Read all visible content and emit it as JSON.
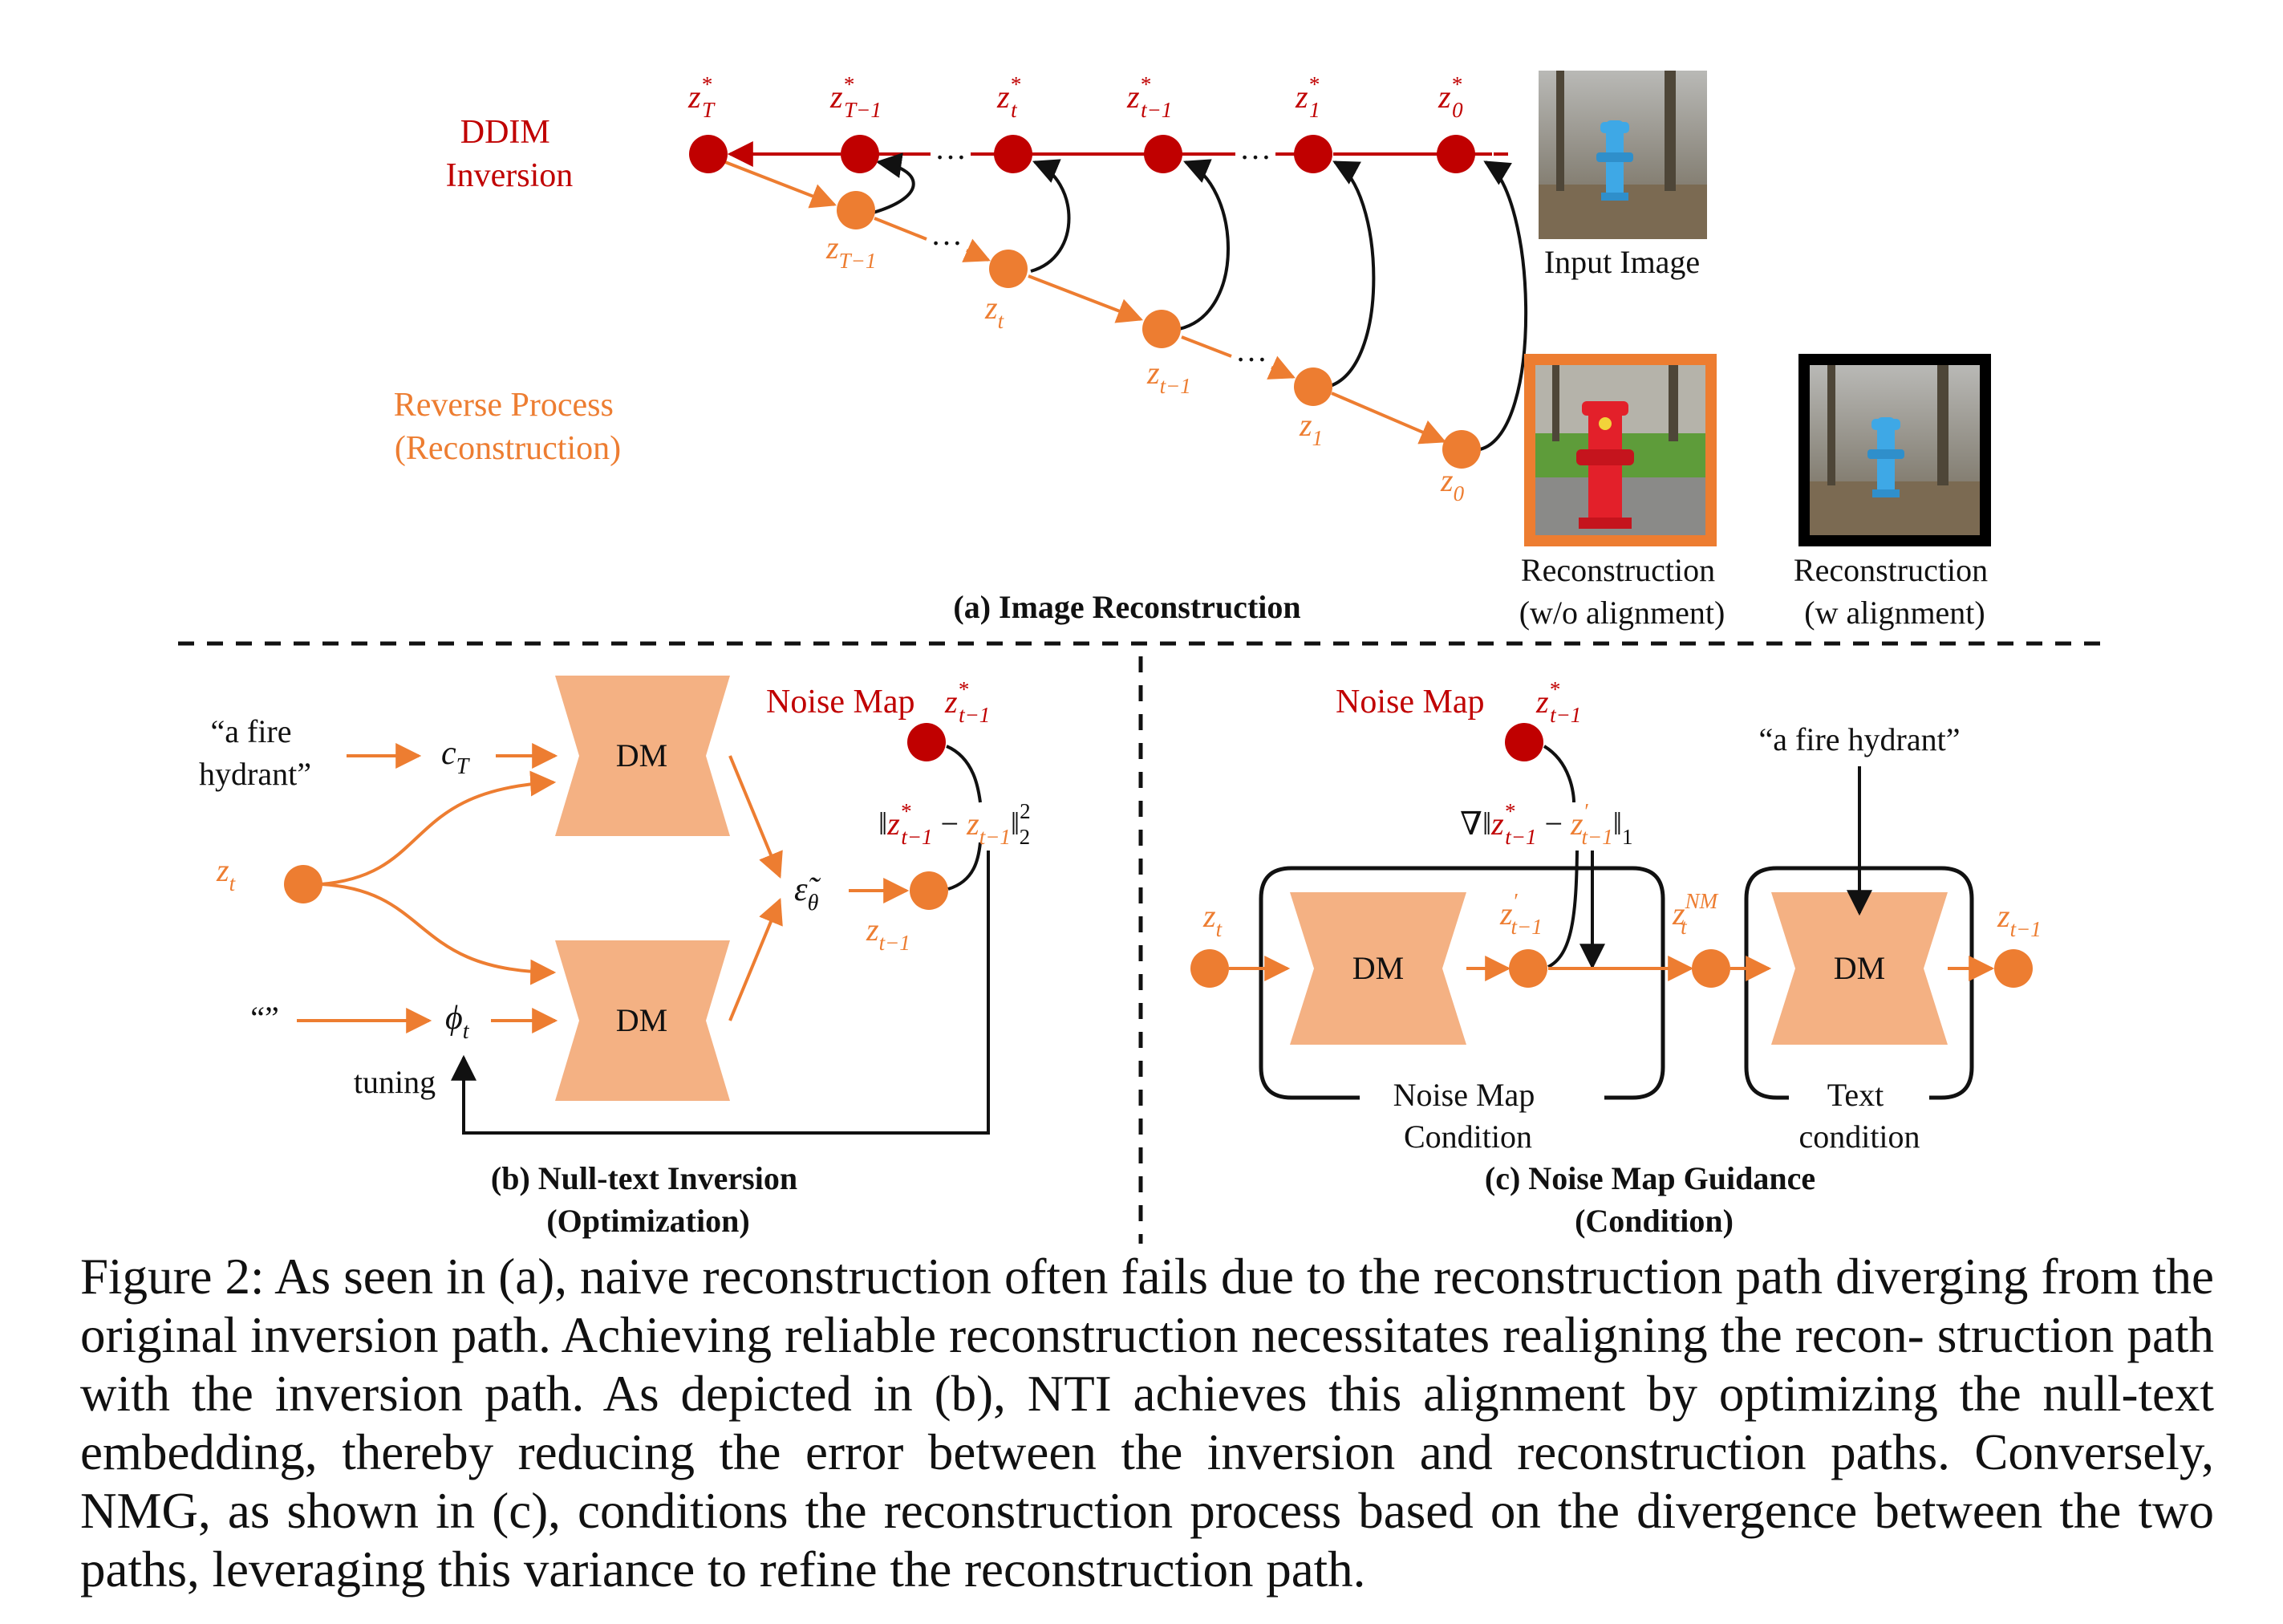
{
  "colors": {
    "inversion": "#c00000",
    "reverse": "#ed7d31",
    "dm_fill": "#f4b183",
    "text": "#111111"
  },
  "panel_a": {
    "ddim_label": [
      "DDIM",
      "Inversion"
    ],
    "reverse_label": [
      "Reverse Process",
      "(Reconstruction)"
    ],
    "caption": "(a) Image Reconstruction",
    "inversion_nodes": [
      {
        "base": "z",
        "sup": "*",
        "sub": "T"
      },
      {
        "base": "z",
        "sup": "*",
        "sub": "T−1"
      },
      {
        "base": "z",
        "sup": "*",
        "sub": "t"
      },
      {
        "base": "z",
        "sup": "*",
        "sub": "t−1"
      },
      {
        "base": "z",
        "sup": "*",
        "sub": "1"
      },
      {
        "base": "z",
        "sup": "*",
        "sub": "0"
      }
    ],
    "reverse_nodes": [
      {
        "base": "z",
        "sub": "T−1"
      },
      {
        "base": "z",
        "sub": "t"
      },
      {
        "base": "z",
        "sub": "t−1"
      },
      {
        "base": "z",
        "sub": "1"
      },
      {
        "base": "z",
        "sub": "0"
      }
    ],
    "ellipsis": "…",
    "images": [
      {
        "label": [
          "Input Image"
        ],
        "frame": "none"
      },
      {
        "label": [
          "Reconstruction",
          "(w/o alignment)"
        ],
        "frame": "#ed7d31"
      },
      {
        "label": [
          "Reconstruction",
          "(w alignment)"
        ],
        "frame": "#000000"
      }
    ]
  },
  "panel_b": {
    "prompt": [
      "“a fire",
      "hydrant”"
    ],
    "null_prompt": "“”",
    "c_T": {
      "base": "c",
      "sub": "T"
    },
    "phi_t": {
      "base": "ϕ",
      "sub": "t"
    },
    "dm_label": "DM",
    "z_t": {
      "base": "z",
      "sub": "t"
    },
    "eps": {
      "base": "ε̃",
      "sub": "θ"
    },
    "noise_map_label": "Noise Map",
    "z_star": {
      "base": "z",
      "sup": "*",
      "sub": "t−1"
    },
    "z_tm1": {
      "base": "z",
      "sub": "t−1"
    },
    "norm": {
      "open": "‖",
      "minus": " − ",
      "close": "‖",
      "sub": "2",
      "sup": "2"
    },
    "tuning_label": "tuning",
    "caption": [
      "(b) Null-text Inversion",
      "(Optimization)"
    ]
  },
  "panel_c": {
    "noise_map_label": "Noise Map",
    "z_star": {
      "base": "z",
      "sup": "*",
      "sub": "t−1"
    },
    "grad": {
      "nabla": "∇",
      "open": "‖",
      "minus": " − ",
      "close": "‖",
      "sub": "1"
    },
    "prime_node": {
      "base": "z",
      "sup": "′",
      "sub": "t−1"
    },
    "z_t": {
      "base": "z",
      "sub": "t"
    },
    "z_NM": {
      "base": "z",
      "sup": "NM",
      "sub": "t"
    },
    "z_out": {
      "base": "z",
      "sub": "t−1"
    },
    "dm_label": "DM",
    "prompt": "“a fire hydrant”",
    "noise_map_condition": [
      "Noise Map",
      "Condition"
    ],
    "text_condition": [
      "Text",
      "condition"
    ],
    "caption": [
      "(c) Noise Map Guidance",
      "(Condition)"
    ]
  },
  "figure_caption": "Figure 2: As seen in (a), naive reconstruction often fails due to the reconstruction path diverging from the original inversion path. Achieving reliable reconstruction necessitates realigning the recon- struction path with the inversion path. As depicted in (b), NTI achieves this alignment by optimizing the null-text embedding, thereby reducing the error between the inversion and reconstruction paths. Conversely, NMG, as shown in (c), conditions the reconstruction process based on the divergence between the two paths, leveraging this variance to refine the reconstruction path."
}
